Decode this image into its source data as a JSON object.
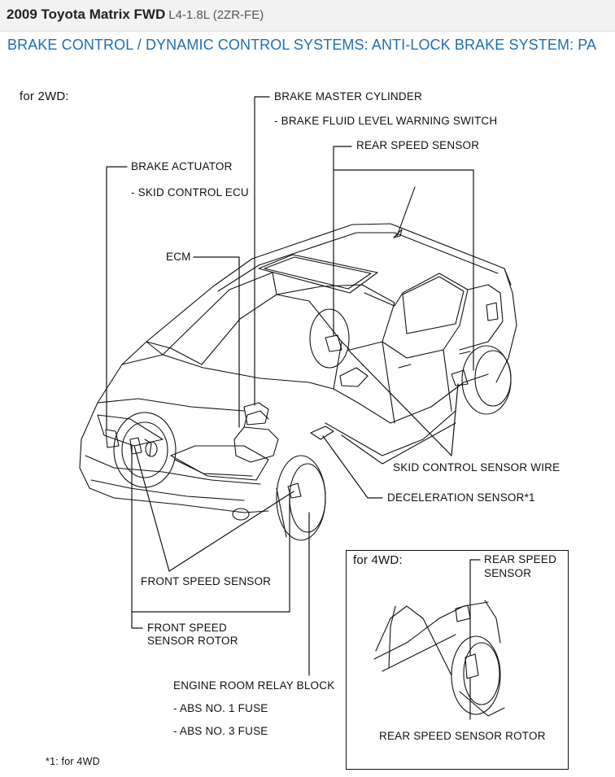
{
  "header": {
    "vehicle": "2009 Toyota Matrix FWD",
    "engine": "L4-1.8L (2ZR-FE)"
  },
  "breadcrumb": "BRAKE CONTROL / DYNAMIC CONTROL SYSTEMS: ANTI-LOCK BRAKE SYSTEM: PA",
  "diagram": {
    "variant_2wd": "for 2WD:",
    "variant_4wd": "for 4WD:",
    "labels": {
      "brake_master_cylinder": "BRAKE MASTER CYLINDER",
      "brake_fluid_switch": "- BRAKE FLUID LEVEL WARNING SWITCH",
      "rear_speed_sensor": "REAR SPEED SENSOR",
      "brake_actuator": "BRAKE ACTUATOR",
      "skid_control_ecu": "- SKID CONTROL ECU",
      "ecm": "ECM",
      "skid_control_sensor_wire": "SKID CONTROL SENSOR WIRE",
      "deceleration_sensor": "DECELERATION SENSOR*1",
      "front_speed_sensor": "FRONT SPEED SENSOR",
      "front_speed_sensor_rotor_line1": "FRONT SPEED",
      "front_speed_sensor_rotor_line2": "SENSOR ROTOR",
      "engine_room_relay_block": "ENGINE ROOM RELAY BLOCK",
      "abs_no1_fuse": "- ABS NO. 1 FUSE",
      "abs_no3_fuse": "- ABS NO. 3 FUSE",
      "rear_speed_sensor_4wd_line1": "REAR SPEED",
      "rear_speed_sensor_4wd_line2": "SENSOR",
      "rear_speed_sensor_rotor": "REAR SPEED SENSOR ROTOR",
      "footnote": "*1: for 4WD"
    }
  }
}
